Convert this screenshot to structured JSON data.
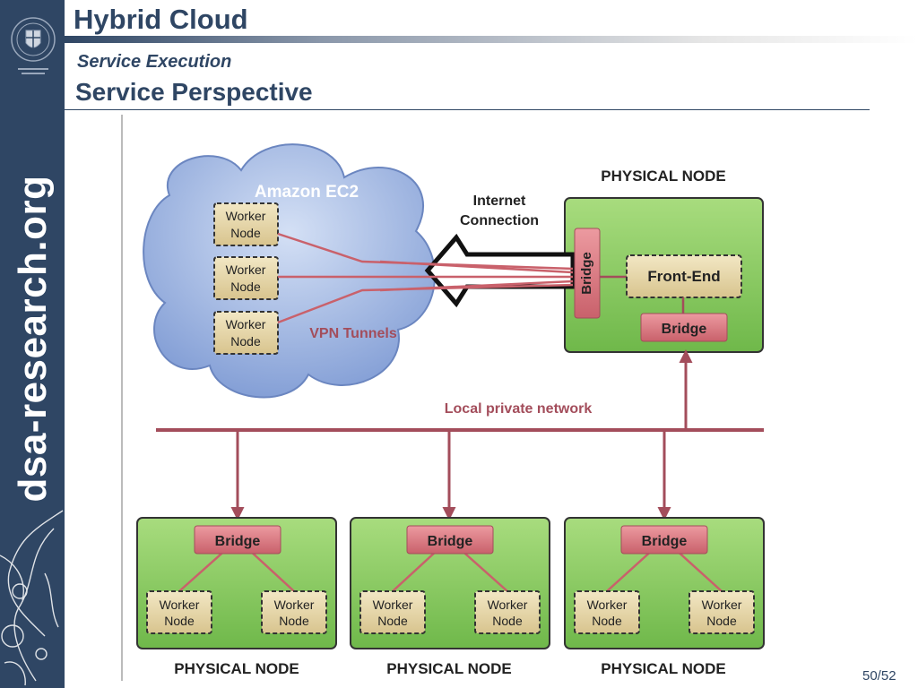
{
  "sidebar": {
    "site": "dsa-research.org"
  },
  "header": {
    "title": "Hybrid Cloud",
    "section": "Service Execution",
    "frame_title": "Service Perspective"
  },
  "diagram": {
    "cloud_label": "Amazon EC2",
    "worker_node_line1": "Worker",
    "worker_node_line2": "Node",
    "vpn_label": "VPN Tunnels",
    "internet_line1": "Internet",
    "internet_line2": "Connection",
    "physical_node_label": "PHYSICAL NODE",
    "bridge_label": "Bridge",
    "front_end_label": "Front-End",
    "network_label": "Local private network"
  },
  "footer": {
    "page": "50/52"
  },
  "colors": {
    "theme": "#2f4664",
    "node_green": "#8fcf62",
    "bridge_red": "#dc7a82",
    "link_red": "#a34d5b",
    "cloud_blue": "#8fa8dc"
  }
}
